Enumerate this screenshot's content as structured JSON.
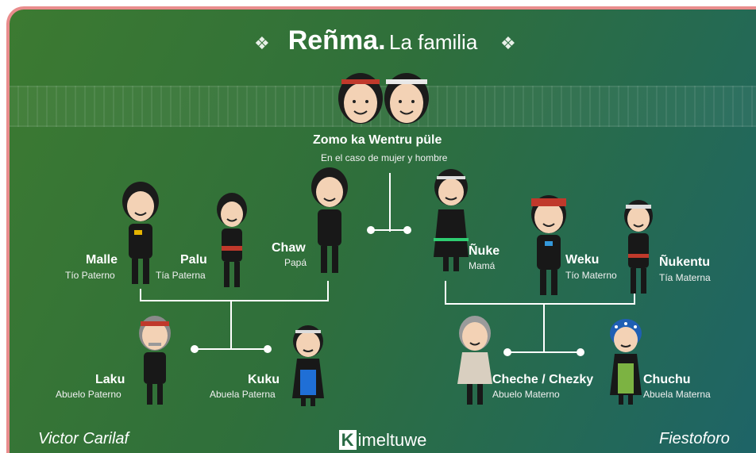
{
  "title": {
    "main": "Reñma.",
    "sub": "La familia"
  },
  "parents": {
    "name": "Zomo ka Wentru püle",
    "desc": "En el caso de mujer y hombre"
  },
  "people": {
    "malle": {
      "name": "Malle",
      "role": "Tío Paterno"
    },
    "palu": {
      "name": "Palu",
      "role": "Tía Paterna"
    },
    "chaw": {
      "name": "Chaw",
      "role": "Papá"
    },
    "nuke": {
      "name": "Ñuke",
      "role": "Mamá"
    },
    "weku": {
      "name": "Weku",
      "role": "Tío Materno"
    },
    "nukentu": {
      "name": "Ñukentu",
      "role": "Tía Materna"
    },
    "laku": {
      "name": "Laku",
      "role": "Abuelo Paterno"
    },
    "kuku": {
      "name": "Kuku",
      "role": "Abuela Paterna"
    },
    "cheche": {
      "name": "Cheche / Chezky",
      "role": "Abuelo Materno"
    },
    "chuchu": {
      "name": "Chuchu",
      "role": "Abuela Materna"
    }
  },
  "credits": {
    "left": "Victor Carilaf",
    "center_k": "K",
    "center_rest": "imeltuwe",
    "right": "Fiestoforo"
  },
  "colors": {
    "skin": "#f3d2b5",
    "hair": "#1b1b1b",
    "line": "#ffffff",
    "frame": "#e98c8c"
  }
}
